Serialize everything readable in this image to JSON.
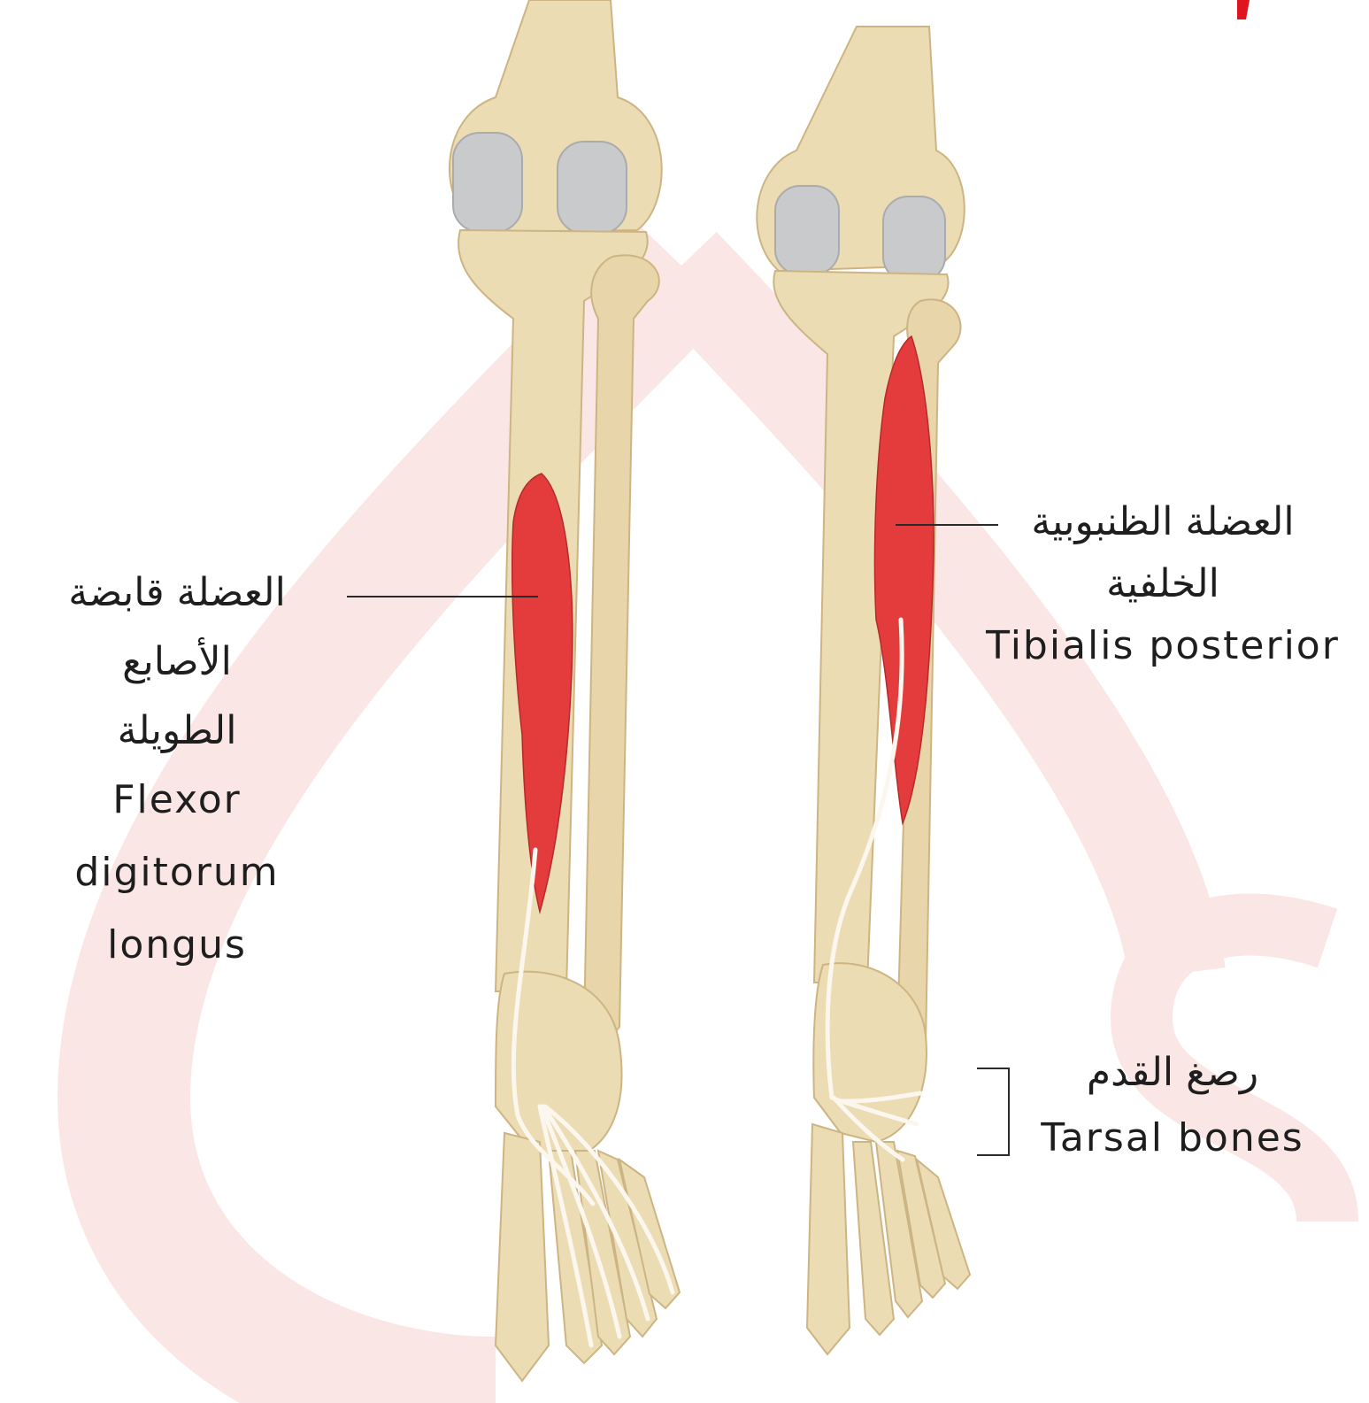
{
  "colors": {
    "bone": "#ecdcb4",
    "bone_shade": "#d3bc8c",
    "cartilage": "#c9cbcd",
    "muscle": "#e43c3c",
    "tendon": "#f8f4ea",
    "watermark": "#fbe7e7",
    "leader_line": "#2a2a2a",
    "brand_red": "#e0141f"
  },
  "labels": {
    "flexor_digitorum_longus": {
      "ar_line1": "العضلة قابضة",
      "ar_line2": "الأصابع",
      "ar_line3": "الطويلة",
      "en_line1": "Flexor",
      "en_line2": "digitorum",
      "en_line3": "longus"
    },
    "tibialis_posterior": {
      "ar_line1": "العضلة الظنبوبية",
      "ar_line2": "الخلفية",
      "en_line1": "Tibialis posterior"
    },
    "tarsal_bones": {
      "ar_line1": "رصغ القدم",
      "en_line1": "Tarsal bones"
    }
  }
}
